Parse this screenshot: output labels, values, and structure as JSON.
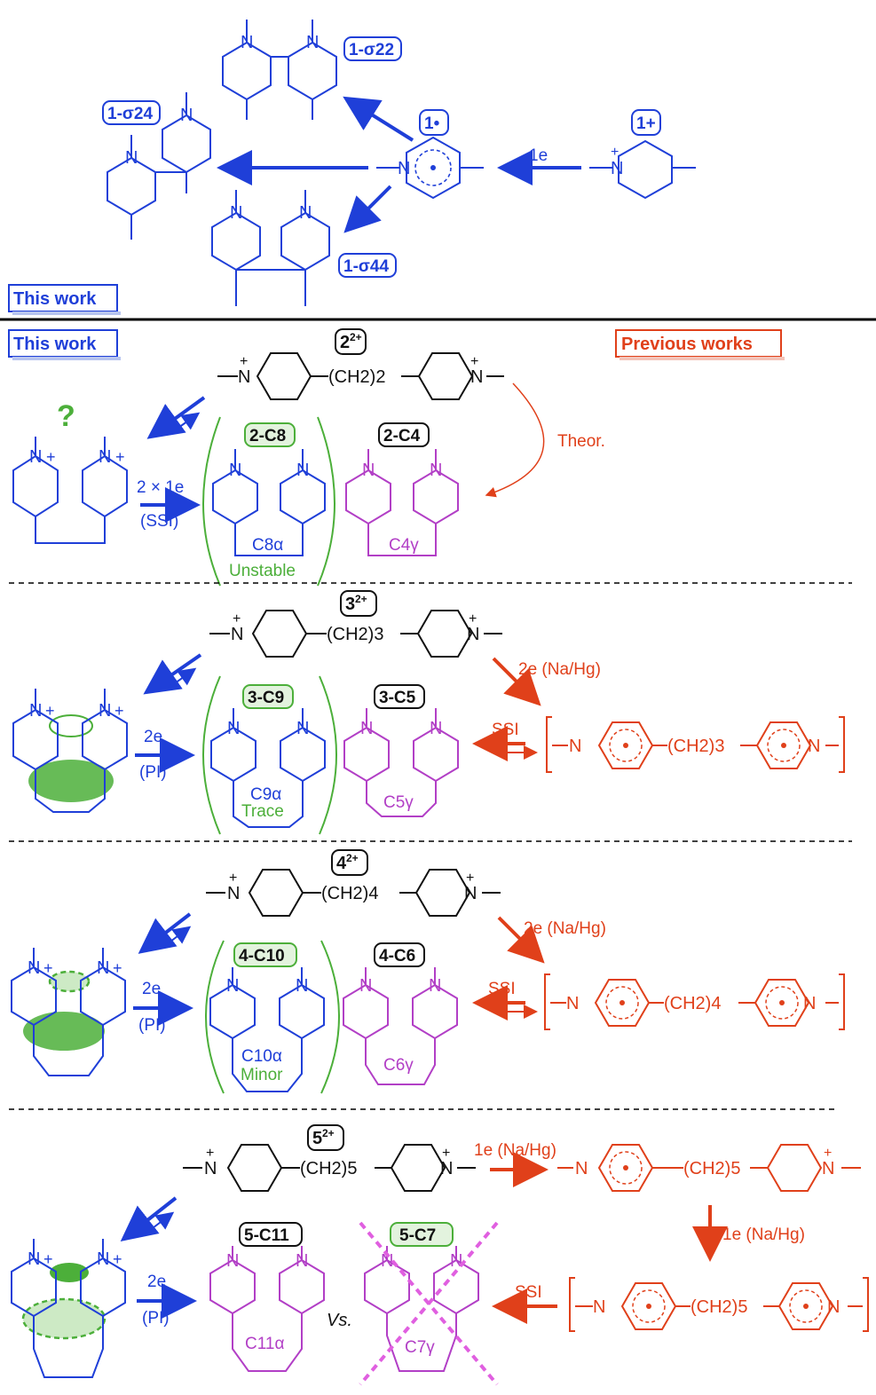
{
  "top": {
    "labels": {
      "s22": "1-σ22",
      "s24": "1-σ24",
      "s44": "1-σ44",
      "radical": "1•",
      "cation": "1+",
      "one_e": "1e",
      "N": "N",
      "plus": "+"
    }
  },
  "this_work": "This work",
  "previous_works": "Previous works",
  "q_mark": "?",
  "row2": {
    "id": "2",
    "sup": "2+",
    "chain": "(CH2)2",
    "green_box": "2-C8",
    "black_box": "2-C4",
    "ring_blue": "C8α",
    "ring_mag": "C4γ",
    "note": "Unstable",
    "reagent_top": "2 × 1e",
    "reagent_bottom": "(SSI)",
    "theor": "Theor."
  },
  "row3": {
    "id": "3",
    "sup": "2+",
    "chain": "(CH2)3",
    "green_box": "3-C9",
    "black_box": "3-C5",
    "ring_blue": "C9α",
    "ring_mag": "C5γ",
    "note": "Trace",
    "reagent_top": "2e",
    "reagent_bottom": "(PI)",
    "red_top": "2e (Na/Hg)",
    "red_ssi": "SSI"
  },
  "row4": {
    "id": "4",
    "sup": "2+",
    "chain": "(CH2)4",
    "green_box": "4-C10",
    "black_box": "4-C6",
    "ring_blue": "C10α",
    "ring_mag": "C6γ",
    "note": "Minor",
    "reagent_top": "2e",
    "reagent_bottom": "(PI)",
    "red_top": "2e (Na/Hg)",
    "red_ssi": "SSI"
  },
  "row5": {
    "id": "5",
    "sup": "2+",
    "chain": "(CH2)5",
    "black_box": "5-C11",
    "green_box": "5-C7",
    "ring_mag": "C11α",
    "ring_mag2": "C7γ",
    "vs": "Vs.",
    "reagent_top": "2e",
    "reagent_bottom": "(PI)",
    "red_top": "1e (Na/Hg)",
    "red_mid": "1e (Na/Hg)",
    "red_ssi": "SSI"
  },
  "colors": {
    "blue": "#1f3fd8",
    "green": "#4caf3a",
    "magenta": "#b23fc6",
    "red": "#e0401a",
    "black": "#111111"
  }
}
